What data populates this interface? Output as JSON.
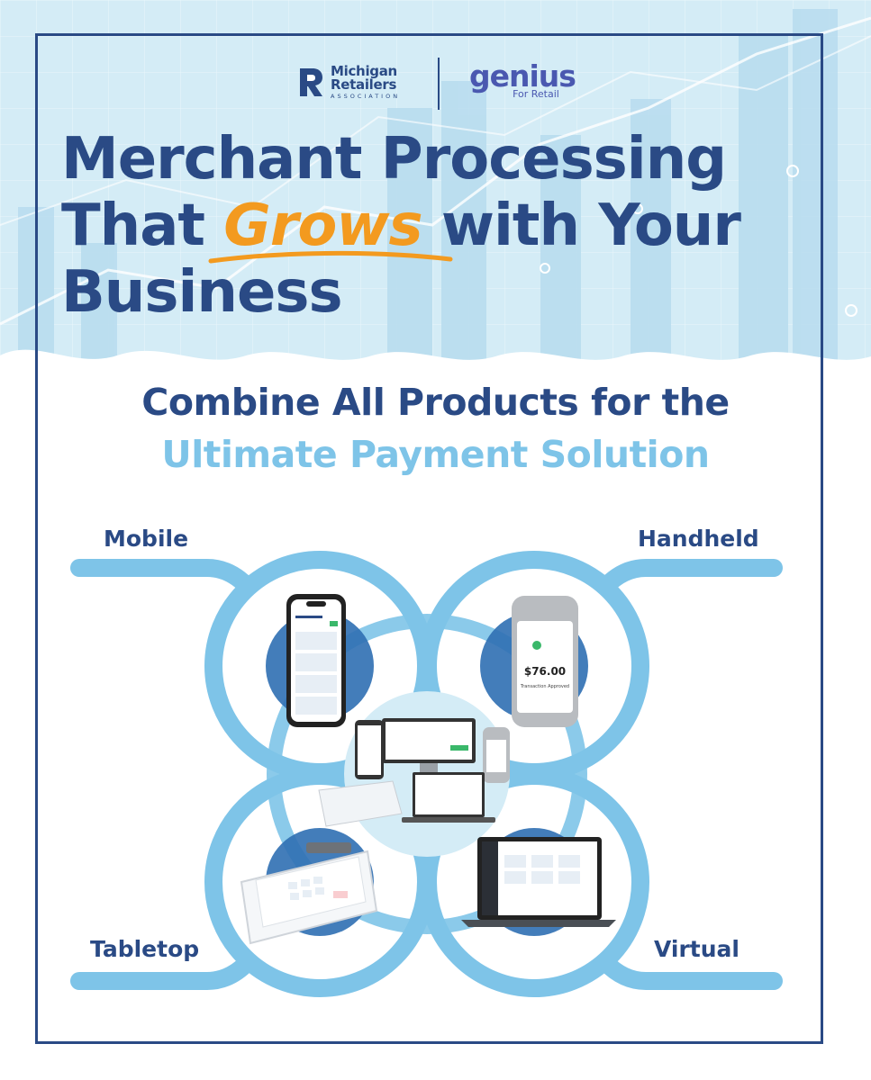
{
  "header": {
    "association_logo": {
      "line1": "Michigan",
      "line2": "Retailers",
      "line3": "ASSOCIATION"
    },
    "partner_logo": {
      "name": "genius",
      "tagline": "For Retail"
    }
  },
  "headline": {
    "line1": "Merchant Processing",
    "line2_prefix": "That ",
    "line2_emphasis": "Grows",
    "line2_suffix": " with Your",
    "line3": "Business"
  },
  "subheadline": {
    "line1": "Combine All Products for the",
    "line2": "Ultimate Payment Solution"
  },
  "products": {
    "mobile": "Mobile",
    "handheld": "Handheld",
    "tabletop": "Tabletop",
    "virtual": "Virtual",
    "handheld_amount": "$76.00",
    "handheld_status": "Transaction Approved"
  },
  "colors": {
    "navy": "#2a4a85",
    "light_blue": "#7ec4e8",
    "orange": "#f39a1f"
  }
}
